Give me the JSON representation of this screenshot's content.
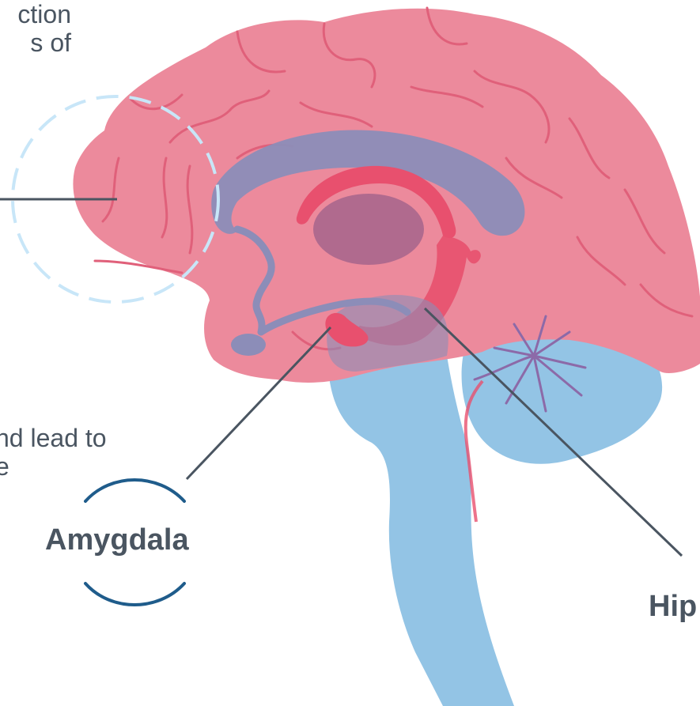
{
  "notes": {
    "top": [
      "ction",
      "s of"
    ],
    "middle": [
      "nd lead to",
      "e"
    ]
  },
  "labels": {
    "amygdala": "Amygdala",
    "hippocampus": "Hip"
  },
  "colors": {
    "cerebrum": "#ec8a9c",
    "cerebrum_fold": "#e0607a",
    "corpus_callosum": "#8c8db8",
    "thalamus": "#b06a8e",
    "limbic": "#e8506e",
    "brainstem": "#93c4e5",
    "cerebellum": "#93c4e5",
    "leader_line": "#4a5561",
    "focus_circle": "#c8e6f8",
    "amygdala_arc": "#1f5c8b",
    "text": "#4a5561"
  }
}
